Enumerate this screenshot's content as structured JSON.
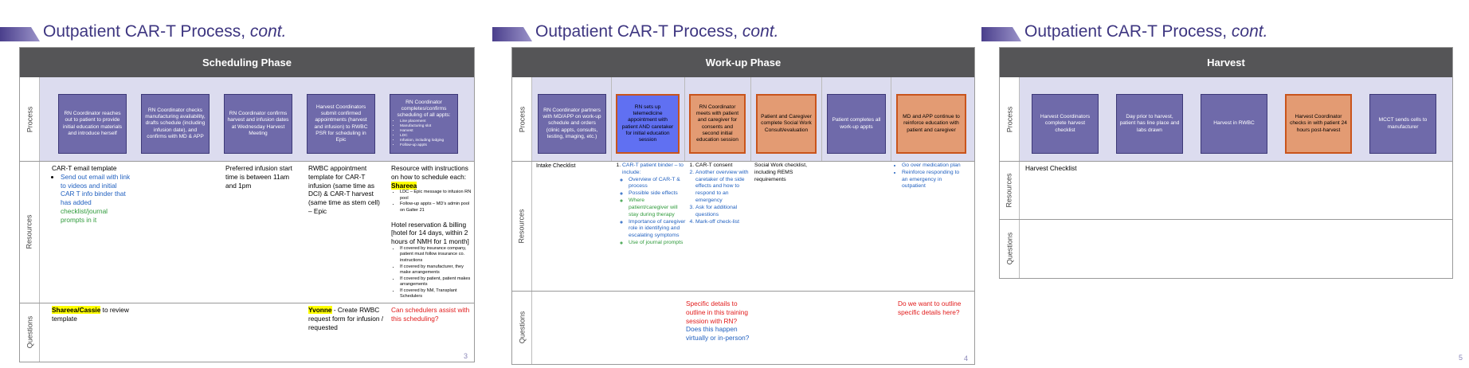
{
  "slides": [
    {
      "title": "Outpatient CAR-T Process,",
      "title_suffix": "cont.",
      "phase": "Scheduling Phase",
      "row_labels": [
        "Process",
        "Resources",
        "Questions"
      ],
      "page_number": "3",
      "process": [
        {
          "text": "RN Coordinator reaches out to patient to provide initial education materials and introduce herself"
        },
        {
          "text": "RN Coordinator checks manufacturing availability, drafts schedule (including infusion date), and confirms with MD & APP"
        },
        {
          "text": "RN Coordinator confirms harvest and infusion dates at Wednesday Harvest Meeting"
        },
        {
          "text": "Harvest Coordinators submit confirmed appointments (harvest and infusion) to RWBC PSR for scheduling in Epic"
        },
        {
          "text": "RN Coordinator completes/confirms scheduling of all appts:",
          "bullets": [
            "Line placement",
            "Manufacturing slot",
            "Harvest",
            "LDC",
            "Infusion, including lodging",
            "Follow-up appts"
          ]
        }
      ],
      "resources": {
        "c1_head": "CAR-T email template",
        "c1_blue": "Send out email with link to videos and initial CAR T info binder that has added",
        "c1_green": "checklist/journal prompts in it",
        "c3": "Preferred infusion start time is between 11am and 1pm",
        "c4": "RWBC appointment template for CAR-T infusion (same time as DCI) & CAR-T harvest (same time as stem cell) – Epic",
        "c5_head": "Resource with instructions on how to schedule each:",
        "c5_name": "Shareea",
        "c5_small": [
          "LDC – Epic message to infusion RN pool",
          "Follow-up appts – MD’s admin pool on Galter 21"
        ],
        "c5_hotel": "Hotel reservation & billing [hotel for 14 days, within 2 hours of NMH for 1 month]",
        "c5_hotel_small": [
          "If covered by insurance company, patient must follow insurance co. instructions",
          "If covered by manufacturer, they make arrangements",
          "If covered by patient, patient makes arrangements",
          "If covered by NM, Transplant Schedulers"
        ]
      },
      "questions": {
        "q1_name": "Shareea/Cassie",
        "q1_text": " to review template",
        "q4_name": "Yvonne",
        "q4_text": " - Create RWBC request form for infusion / requested",
        "q5": "Can schedulers assist with this scheduling?"
      }
    },
    {
      "title": "Outpatient CAR-T Process,",
      "title_suffix": "cont.",
      "phase": "Work-up Phase",
      "row_labels": [
        "Process",
        "Resources",
        "Questions"
      ],
      "page_number": "4",
      "process": [
        {
          "text": "RN Coordinator partners with MD/APP on work-up schedule and orders (clinic appts, consults, testing, imaging, etc.)",
          "style": "purple"
        },
        {
          "text": "RN sets up telemedicine appointment with patient AND caretaker for initial education session",
          "style": "blue"
        },
        {
          "text": "RN Coordinator meets with patient and caregiver for consents and second initial education session",
          "style": "orange"
        },
        {
          "text": "Patient and Caregiver complete Social Work Consult/evaluation",
          "style": "orange"
        },
        {
          "text": "Patient completes all work-up appts",
          "style": "purple"
        },
        {
          "text": "MD and APP continue to reinforce education with patient and caregiver",
          "style": "orange"
        }
      ],
      "resources": {
        "c1": "Intake Checklist",
        "c2_head": "CAR-T patient binder – to include:",
        "c2_blue": [
          "Overview of CAR-T & process",
          "Possible side effects",
          "Where patient/caregiver will stay during therapy",
          "Importance of caregiver role in identifying and escalating symptoms"
        ],
        "c2_green": "Use of journal prompts",
        "c3_items": [
          "CAR-T consent",
          "Another overview with caretaker of the side effects and how to respond to an emergency",
          "Ask for additional questions",
          "Mark-off check-list"
        ],
        "c4": "Social Work checklist, including REMS requirements",
        "c6": [
          "Go over medication plan",
          "Reinforce responding to an emergency in outpatient"
        ]
      },
      "questions": {
        "q3_red": "Specific details to outline in this training session with RN?",
        "q3_blue": "Does this happen virtually or in-person?",
        "q6_red": "Do we want to outline specific details here?"
      }
    },
    {
      "title": "Outpatient CAR-T Process,",
      "title_suffix": "cont.",
      "phase": "Harvest",
      "row_labels": [
        "Process",
        "Resources",
        "Questions"
      ],
      "page_number": "5",
      "process": [
        {
          "text": "Harvest Coordinators complete harvest checklist",
          "style": "purple"
        },
        {
          "text": "Day prior to harvest, patient has line place and labs drawn",
          "style": "purple"
        },
        {
          "text": "Harvest in RWBC",
          "style": "purple"
        },
        {
          "text": "Harvest Coordinator checks in with patient 24 hours post-harvest",
          "style": "orange"
        },
        {
          "text": "MCCT sends cells to manufacturer",
          "style": "purple"
        }
      ],
      "resources": {
        "c1": "Harvest Checklist"
      }
    }
  ]
}
